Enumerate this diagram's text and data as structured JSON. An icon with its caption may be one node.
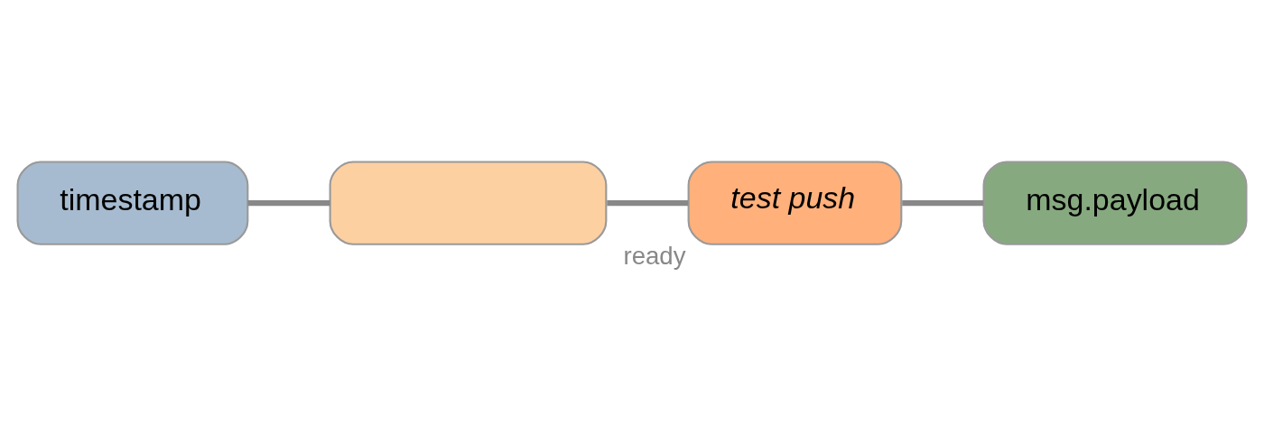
{
  "diagram": {
    "nodes": [
      {
        "text": [
          "timestamp"
        ]
      },
      {
        "text": [],
        "shape": "box"
      },
      {
        "text": [
          "test push"
        ],
        "beside": [
          "ready"
        ]
      },
      {
        "text": [
          "msg.payload"
        ]
      }
    ],
    "edges": [
      {
        "from": 0,
        "to": 1,
        "arrow": "none"
      },
      {
        "from": 1,
        "to": 2,
        "arrow": "none"
      },
      {
        "from": 2,
        "to": 3,
        "arrow": "none"
      }
    ]
  }
}
